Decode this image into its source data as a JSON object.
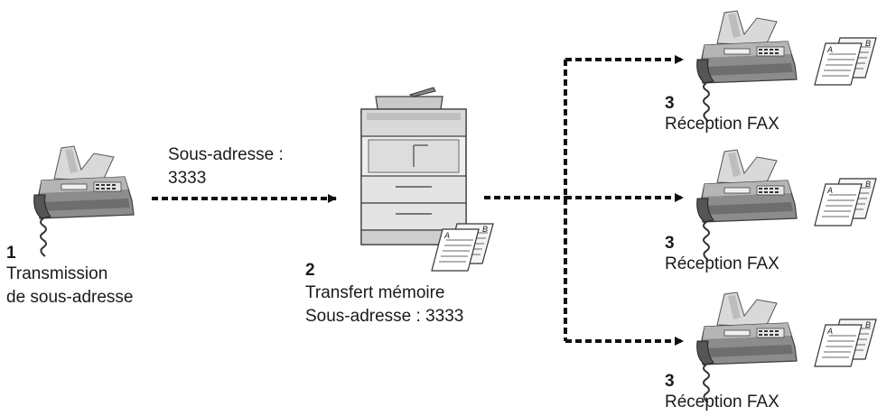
{
  "sender": {
    "step": "1",
    "caption_line1": "Transmission",
    "caption_line2": "de sous-adresse",
    "icon": "fax-machine-icon"
  },
  "link_label": {
    "line1": "Sous-adresse :",
    "line2": "3333"
  },
  "relay": {
    "step": "2",
    "caption_line1": "Transfert mémoire",
    "caption_line2": "Sous-adresse : 3333",
    "icon": "multifunction-printer-icon"
  },
  "receivers": [
    {
      "step": "3",
      "caption": "Réception FAX",
      "icon": "fax-machine-icon"
    },
    {
      "step": "3",
      "caption": "Réception FAX",
      "icon": "fax-machine-icon"
    },
    {
      "step": "3",
      "caption": "Réception FAX",
      "icon": "fax-machine-icon"
    }
  ],
  "document_icon": "documents-icon"
}
